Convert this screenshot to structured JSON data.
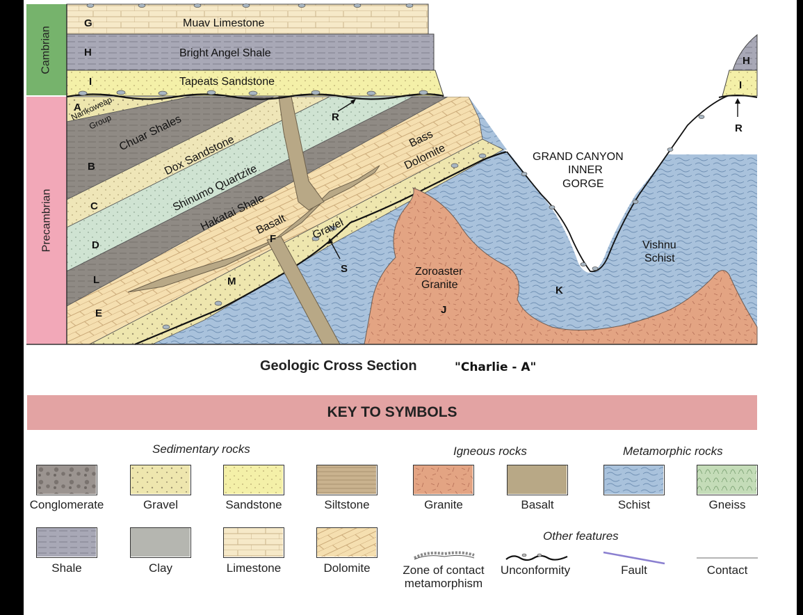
{
  "eras": {
    "cambrian": "Cambrian",
    "precambrian": "Precambrian"
  },
  "units": {
    "G": {
      "letter": "G",
      "name": "Muav Limestone"
    },
    "H": {
      "letter": "H",
      "name": "Bright Angel Shale"
    },
    "I": {
      "letter": "I",
      "name": "Tapeats Sandstone"
    },
    "A": {
      "letter": "A",
      "name": "Nankoweap Group"
    },
    "B": {
      "letter": "B",
      "name": "Chuar Shales"
    },
    "C": {
      "letter": "C",
      "name": "Dox Sandstone"
    },
    "D": {
      "letter": "D",
      "name": "Shinumo Quartzite"
    },
    "L": {
      "letter": "L",
      "name": "Hakatai Shale"
    },
    "E": {
      "letter": "E",
      "name": "Bass Dolomite"
    },
    "F": {
      "letter": "F",
      "name": "Basalt"
    },
    "M": {
      "letter": "M",
      "name": "Gravel"
    },
    "J": {
      "letter": "J",
      "name": "Zoroaster Granite"
    },
    "K": {
      "letter": "K",
      "name": "Vishnu Schist"
    },
    "R": {
      "letter": "R"
    },
    "S": {
      "letter": "S"
    },
    "H_right": {
      "letter": "H"
    },
    "I_right": {
      "letter": "I"
    },
    "R_right": {
      "letter": "R"
    }
  },
  "labels": {
    "nankoweap_1": "Nankoweap",
    "nankoweap_2": "Group",
    "bass_1": "Bass",
    "bass_2": "Dolomite",
    "zoroaster_1": "Zoroaster",
    "zoroaster_2": "Granite",
    "vishnu_1": "Vishnu",
    "vishnu_2": "Schist",
    "gorge_1": "GRAND CANYON",
    "gorge_2": "INNER",
    "gorge_3": "GORGE"
  },
  "caption": {
    "title": "Geologic Cross Section",
    "subtitle": "\"Charlie - A\""
  },
  "key": {
    "title": "KEY TO SYMBOLS",
    "groups": {
      "sedimentary": "Sedimentary rocks",
      "igneous": "Igneous rocks",
      "metamorphic": "Metamorphic rocks",
      "other": "Other features"
    },
    "symbols": {
      "conglomerate": "Conglomerate",
      "gravel": "Gravel",
      "sandstone": "Sandstone",
      "siltstone": "Siltstone",
      "shale": "Shale",
      "clay": "Clay",
      "limestone": "Limestone",
      "dolomite": "Dolomite",
      "granite": "Granite",
      "basalt": "Basalt",
      "schist": "Schist",
      "gneiss": "Gneiss",
      "contact_meta": "Zone of contact metamorphism",
      "unconformity": "Unconformity",
      "fault": "Fault",
      "contact": "Contact"
    }
  },
  "colors": {
    "limestone": "#f6e9c8",
    "shale": "#a8a8b6",
    "sandstone": "#f4f0a8",
    "shale_gray": "#8f8a84",
    "dox": "#efe6b8",
    "shinumo": "#cfe3d2",
    "dolomite": "#f5dfb0",
    "gravel": "#eee6ae",
    "basalt": "#b8a886",
    "granite": "#e3a483",
    "schist": "#a9c2dc",
    "gneiss": "#c4dcb8",
    "clay": "#b5b6b0",
    "cambrian": "#76b36c",
    "precambrian": "#f2a8b8",
    "key_bar": "#e3a3a3",
    "fault": "#8a7fd0"
  }
}
